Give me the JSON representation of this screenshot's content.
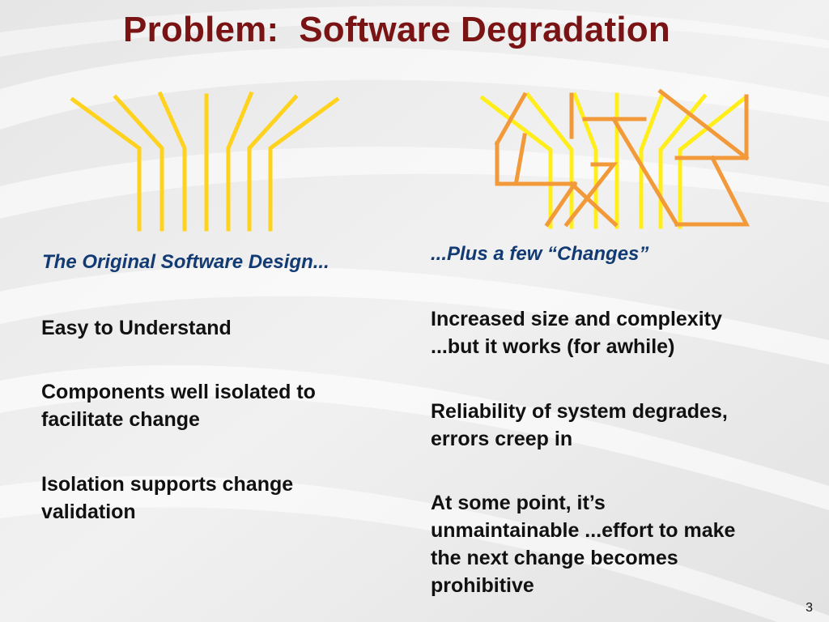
{
  "slide": {
    "title": "Problem:  Software Degradation",
    "page_number": "3"
  },
  "left": {
    "caption": "The Original Software Design...",
    "points": [
      "Easy to Understand",
      "Components well isolated to\nfacilitate change",
      "Isolation supports change\nvalidation"
    ]
  },
  "right": {
    "caption": "...Plus a few “Changes”",
    "points": [
      "Increased size and complexity\n...but it works (for awhile)",
      "Reliability of system degrades,\nerrors creep in",
      "At some point, it’s\nunmaintainable ...effort to make\nthe next change becomes\nprohibitive"
    ]
  },
  "colors": {
    "title": "#7a1414",
    "caption": "#123a73",
    "body_text": "#111111",
    "yellow_line": "#ffd21e",
    "orange_line": "#f29a3a"
  }
}
